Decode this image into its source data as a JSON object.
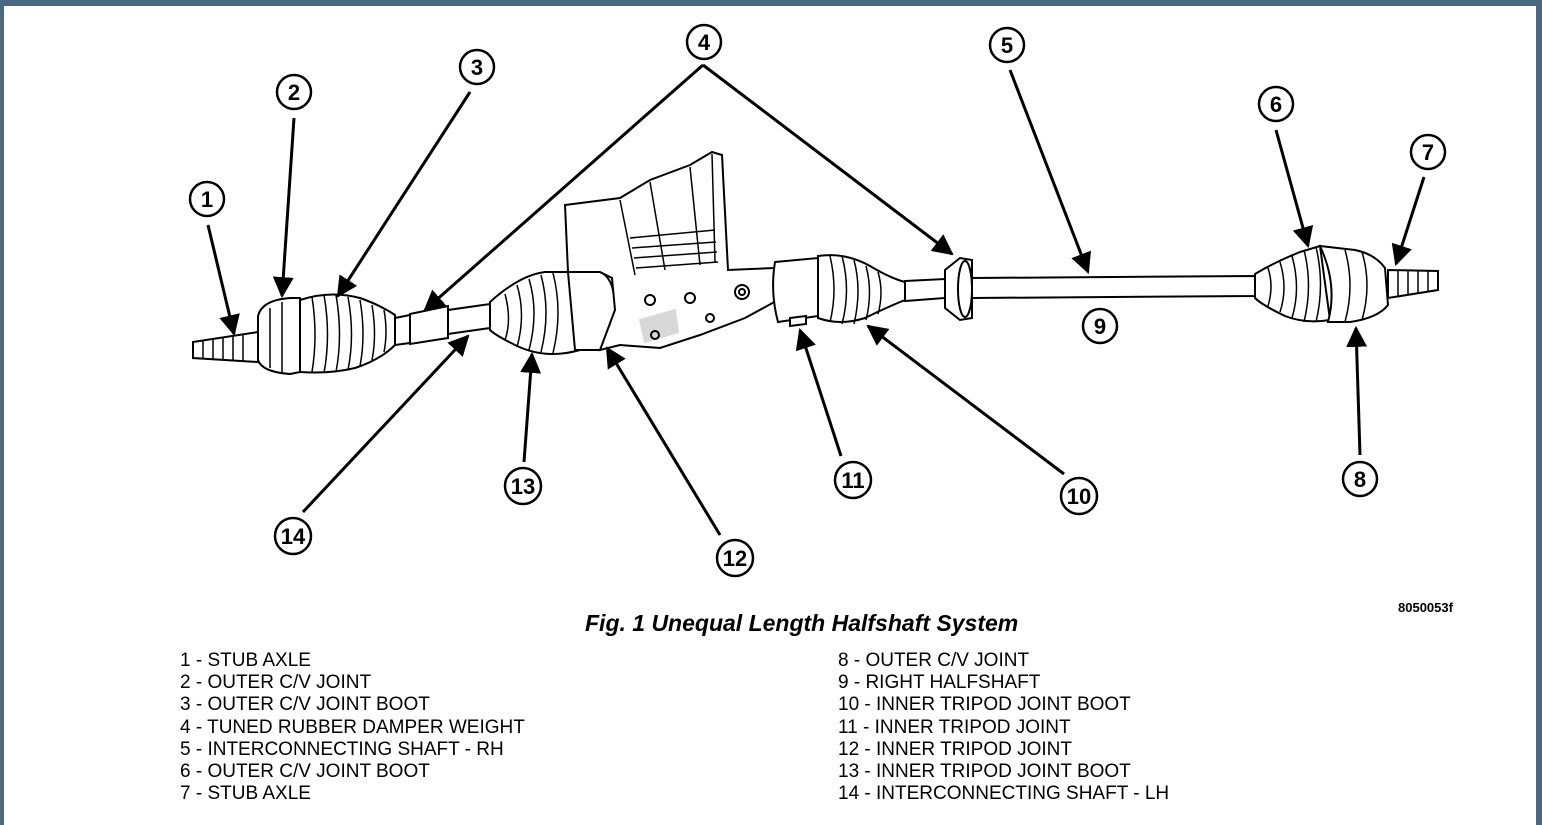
{
  "figure": {
    "code": "8050053f",
    "caption": "Fig. 1 Unequal Length Halfshaft System"
  },
  "callouts": [
    "1",
    "2",
    "3",
    "4",
    "5",
    "6",
    "7",
    "8",
    "9",
    "10",
    "11",
    "12",
    "13",
    "14"
  ],
  "legend": {
    "left": [
      "1 - STUB AXLE",
      "2 - OUTER C/V JOINT",
      "3 - OUTER C/V JOINT BOOT",
      "4 - TUNED RUBBER DAMPER WEIGHT",
      "5 - INTERCONNECTING SHAFT - RH",
      "6 - OUTER C/V JOINT BOOT",
      "7 - STUB AXLE"
    ],
    "right": [
      "8 - OUTER C/V JOINT",
      "9 - RIGHT HALFSHAFT",
      "10 - INNER TRIPOD JOINT BOOT",
      "11 - INNER TRIPOD JOINT",
      "12 - INNER TRIPOD JOINT",
      "13 - INNER TRIPOD JOINT BOOT",
      "14 - INTERCONNECTING SHAFT - LH"
    ]
  },
  "colors": {
    "frame": "#4a6880",
    "ink": "#000000"
  }
}
